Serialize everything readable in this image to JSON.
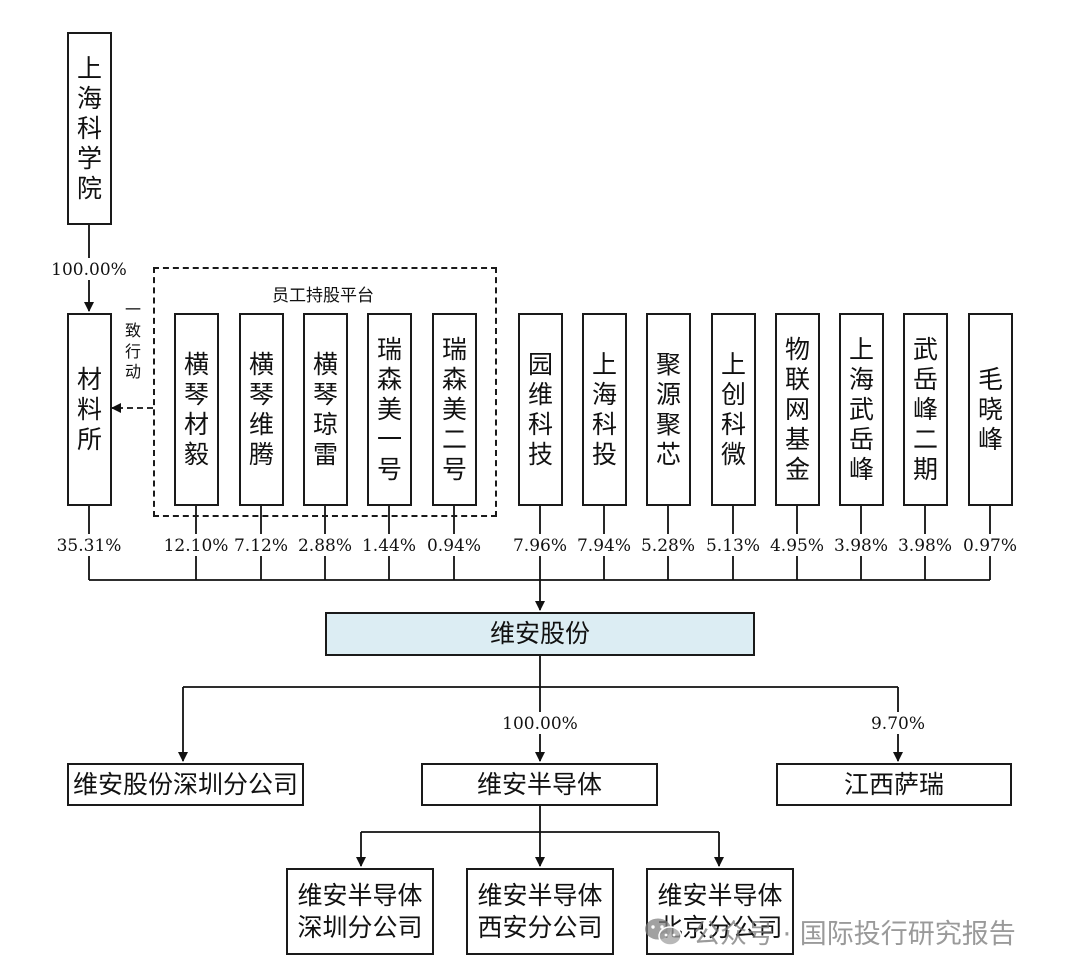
{
  "top": {
    "name": "上海科学院",
    "pct": "100.00%"
  },
  "concert": {
    "label": "一致行动"
  },
  "platform": {
    "title": "员工持股平台"
  },
  "cas": {
    "name": "材料所",
    "pct": "35.31%"
  },
  "shareholders": [
    {
      "name": "横琴材毅",
      "pct": "12.10%"
    },
    {
      "name": "横琴维腾",
      "pct": "7.12%"
    },
    {
      "name": "横琴琼雷",
      "pct": "2.88%"
    },
    {
      "name": "瑞森美一号",
      "pct": "1.44%"
    },
    {
      "name": "瑞森美二号",
      "pct": "0.94%"
    },
    {
      "name": "园维科技",
      "pct": "7.96%"
    },
    {
      "name": "上海科投",
      "pct": "7.94%"
    },
    {
      "name": "聚源聚芯",
      "pct": "5.28%"
    },
    {
      "name": "上创科微",
      "pct": "5.13%"
    },
    {
      "name": "物联网基金",
      "pct": "4.95%"
    },
    {
      "name": "上海武岳峰",
      "pct": "3.98%"
    },
    {
      "name": "武岳峰二期",
      "pct": "3.98%"
    },
    {
      "name": "毛晓峰",
      "pct": "0.97%"
    }
  ],
  "root": {
    "name": "维安股份"
  },
  "subsidiaries": [
    {
      "name": "维安股份深圳分公司",
      "pct": ""
    },
    {
      "name": "维安半导体",
      "pct": "100.00%"
    },
    {
      "name": "江西萨瑞",
      "pct": "9.70%"
    }
  ],
  "branches": [
    {
      "name": "维安半导体\n深圳分公司"
    },
    {
      "name": "维安半导体\n西安分公司"
    },
    {
      "name": "维安半导体\n北京分公司"
    }
  ],
  "watermark": {
    "text": "公众号 · 国际投行研究报告"
  }
}
